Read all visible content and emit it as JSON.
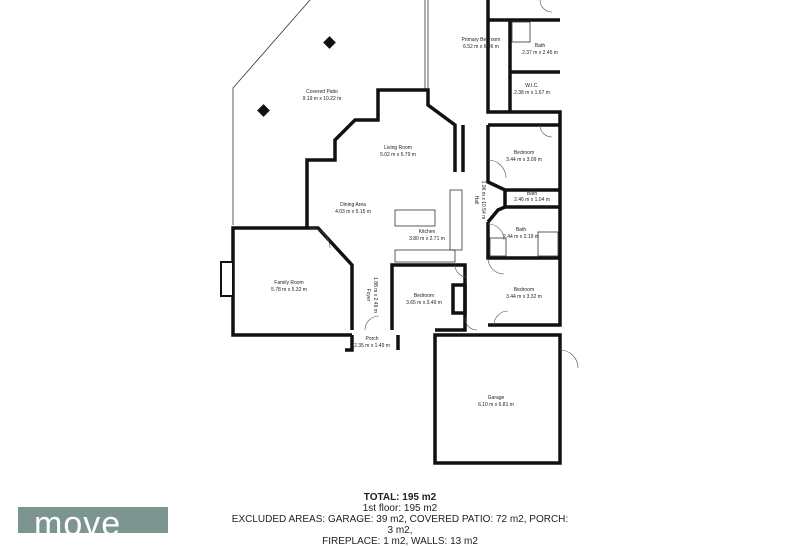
{
  "rooms": {
    "covered_patio": {
      "name": "Covered Patio",
      "size": "9.19 m x 10.22 m"
    },
    "primary_bedroom": {
      "name": "Primary Bedroom",
      "size": "6.52 m x 6.86 m"
    },
    "primary_bath": {
      "name": "Bath",
      "size": "2.37 m x 2.45 m"
    },
    "wic": {
      "name": "W.I.C.",
      "size": "2.38 m x 1.67 m"
    },
    "living_room": {
      "name": "Living Room",
      "size": "5.02 m x 5.79 m"
    },
    "bedroom_2": {
      "name": "Bedroom",
      "size": "3.44 m x 3.09 m"
    },
    "hall": {
      "name": "Hall",
      "size": "1.96 m x 10.54 m"
    },
    "bath_2": {
      "name": "Bath",
      "size": "2.46 m x 1.04 m"
    },
    "dining_area": {
      "name": "Dining Area",
      "size": "4.03 m x 5.15 m"
    },
    "bath_3": {
      "name": "Bath",
      "size": "2.44 m x 2.19 m"
    },
    "kitchen": {
      "name": "Kitchen",
      "size": "3.80 m x 2.71 m"
    },
    "family_room": {
      "name": "Family Room",
      "size": "5.78 m x 5.32 m"
    },
    "foyer": {
      "name": "Foyer",
      "size": "1.88 m x 2.49 m"
    },
    "bedroom_3": {
      "name": "Bedroom",
      "size": "3.65 m x 3.49 m"
    },
    "bedroom_4": {
      "name": "Bedroom",
      "size": "3.44 m x 3.32 m"
    },
    "porch": {
      "name": "Porch",
      "size": "2.35 m x 1.49 m"
    },
    "garage": {
      "name": "Garage",
      "size": "6.10 m x 6.81 m"
    }
  },
  "summary": {
    "total": "TOTAL: 195 m2",
    "floor": "1st floor: 195 m2",
    "excluded_1": "EXCLUDED AREAS: GARAGE: 39 m2, COVERED PATIO: 72 m2, PORCH: 3 m2,",
    "excluded_2": "FIREPLACE: 1 m2, WALLS: 13 m2"
  },
  "logo": {
    "text": "move",
    "color": "#7c9590"
  }
}
